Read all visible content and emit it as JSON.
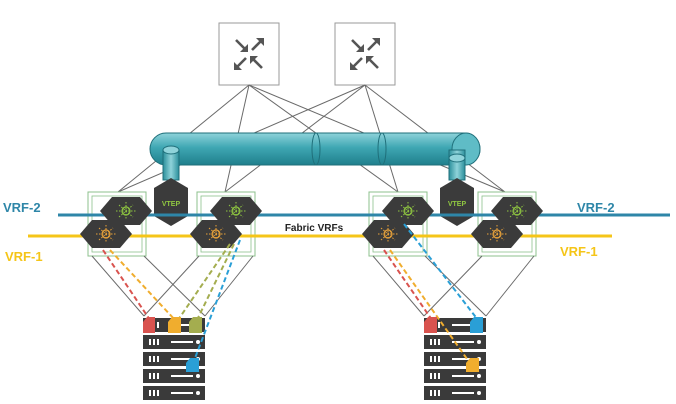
{
  "labels": {
    "vrf2_left": "VRF-2",
    "vrf2_right": "VRF-2",
    "vrf1_left": "VRF-1",
    "vrf1_right": "VRF-1",
    "fabric": "Fabric VRFs",
    "vtep_left": "VTEP",
    "vtep_right": "VTEP"
  },
  "colors": {
    "vrf2": "#2e86a8",
    "vrf1": "#f5c518",
    "fabric_pipe": "#3fa7b3",
    "hexagon": "#3b3b3b",
    "hex_icon": "#8fc641",
    "server": "#3a3a3a",
    "red": "#d9534f",
    "orange": "#f0ad2e",
    "olive": "#a4ad4f",
    "blue": "#2a9fd6"
  },
  "icons": [
    "router-icon",
    "leaf-switch-icon",
    "vtep-icon",
    "server-rack-icon",
    "vm-icon"
  ]
}
